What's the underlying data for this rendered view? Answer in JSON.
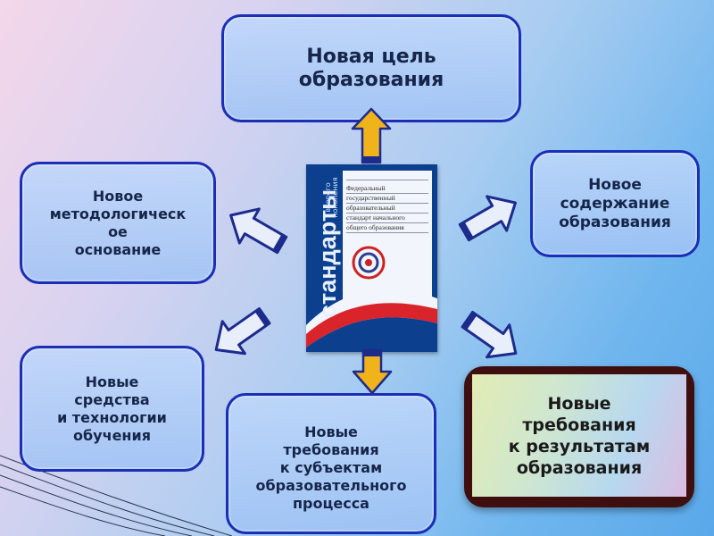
{
  "diagram": {
    "boxes": {
      "goal": "Новая цель\nобразования",
      "content": "Новое\nсодержание\nобразования",
      "method": "Новое\nметодологическ\nое\nоснование",
      "tools": "Новые\nсредства\nи технологии\nобучения",
      "subjects": "Новые\nтребования\nк субъектам\nобразовательного\nпроцесса",
      "results": "Новые\nтребования\nк результатам\nобразования"
    },
    "book": {
      "spine": "стандарты",
      "subtitle": "второго\nпоколения",
      "title": "Федеральный\nгосударственный\nобразовательный\nстандарт начального\nобщего образования"
    }
  },
  "colors": {
    "box_border": "#1a2fb5",
    "arrow_yellow": "#f1b31c",
    "arrow_outline": "#1c2b8c",
    "book_blue": "#0c3f8e",
    "results_frame": "#3f0f10"
  }
}
